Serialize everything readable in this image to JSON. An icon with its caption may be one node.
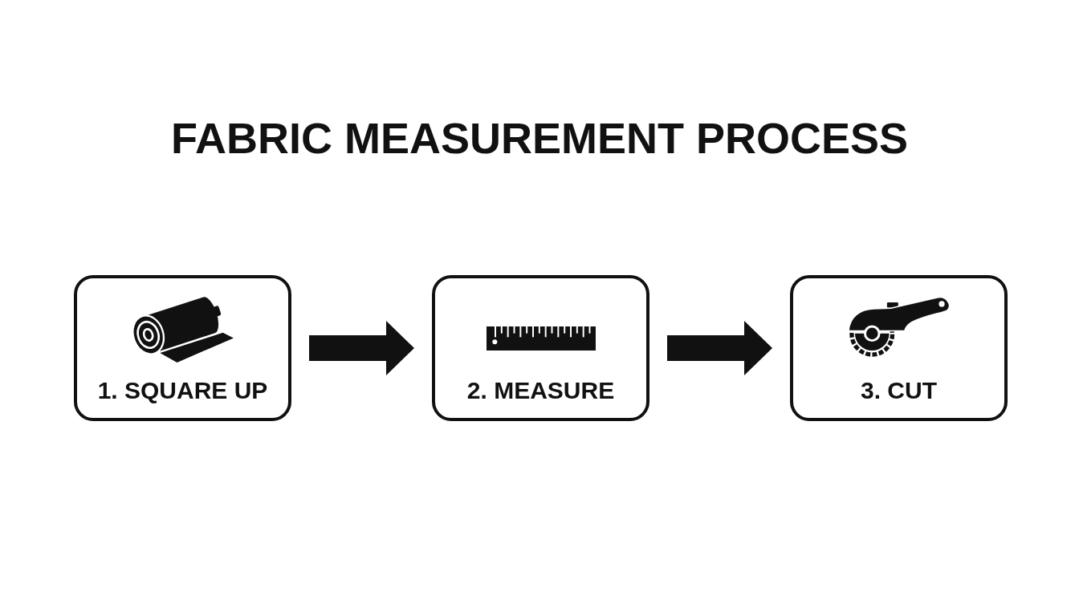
{
  "diagram": {
    "title": "FABRIC MEASUREMENT PROCESS",
    "nodes": [
      {
        "text": [
          "1. SQUARE UP"
        ]
      },
      {
        "text": [
          "2. MEASURE"
        ]
      },
      {
        "text": [
          "3. CUT"
        ]
      }
    ],
    "edges": [
      {
        "from": 0,
        "to": 1,
        "arrow": "to"
      },
      {
        "from": 1,
        "to": 2,
        "arrow": "to"
      }
    ]
  }
}
